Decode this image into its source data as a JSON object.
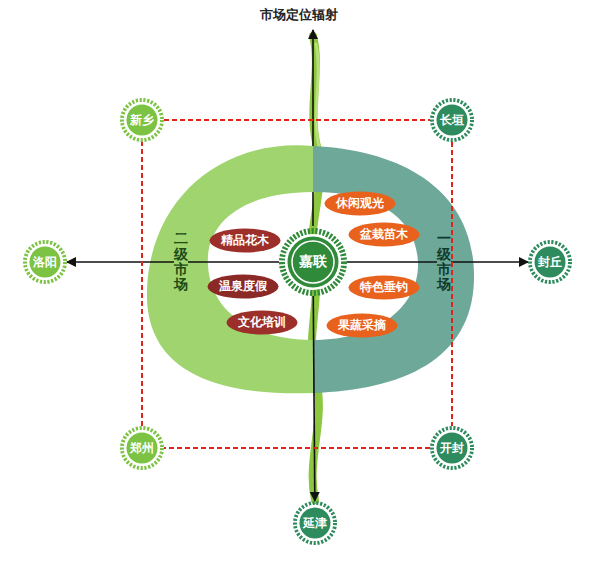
{
  "diagram": {
    "title": "市场定位辐射",
    "nodes": [
      {
        "text": [
          "新乡"
        ]
      },
      {
        "text": [
          "长垣"
        ]
      },
      {
        "text": [
          "二级市场"
        ]
      },
      {
        "text": [
          "一级市场"
        ]
      },
      {
        "text": [
          "休闲观光"
        ]
      },
      {
        "text": [
          "精品花木"
        ]
      },
      {
        "text": [
          "盆栽苗木"
        ]
      },
      {
        "text": [
          "洛阳"
        ]
      },
      {
        "text": [
          "嘉联"
        ]
      },
      {
        "text": [
          "封丘"
        ]
      },
      {
        "text": [
          "温泉度假"
        ]
      },
      {
        "text": [
          "特色垂钓"
        ]
      },
      {
        "text": [
          "文化培训"
        ]
      },
      {
        "text": [
          "果蔬采摘"
        ]
      },
      {
        "text": [
          "郑州"
        ]
      },
      {
        "text": [
          "开封"
        ]
      },
      {
        "text": [
          "延津"
        ]
      }
    ],
    "edges": [
      {
        "from": 8,
        "to": 7,
        "arrow": "to"
      },
      {
        "from": 8,
        "to": 9,
        "arrow": "to"
      },
      {
        "from": 8,
        "to": 16,
        "arrow": "to"
      },
      {
        "from": 0,
        "to": 1,
        "arrow": "none"
      },
      {
        "from": 1,
        "to": 15,
        "arrow": "none"
      },
      {
        "from": 15,
        "to": 14,
        "arrow": "none"
      },
      {
        "from": 14,
        "to": 0,
        "arrow": "none"
      }
    ]
  }
}
